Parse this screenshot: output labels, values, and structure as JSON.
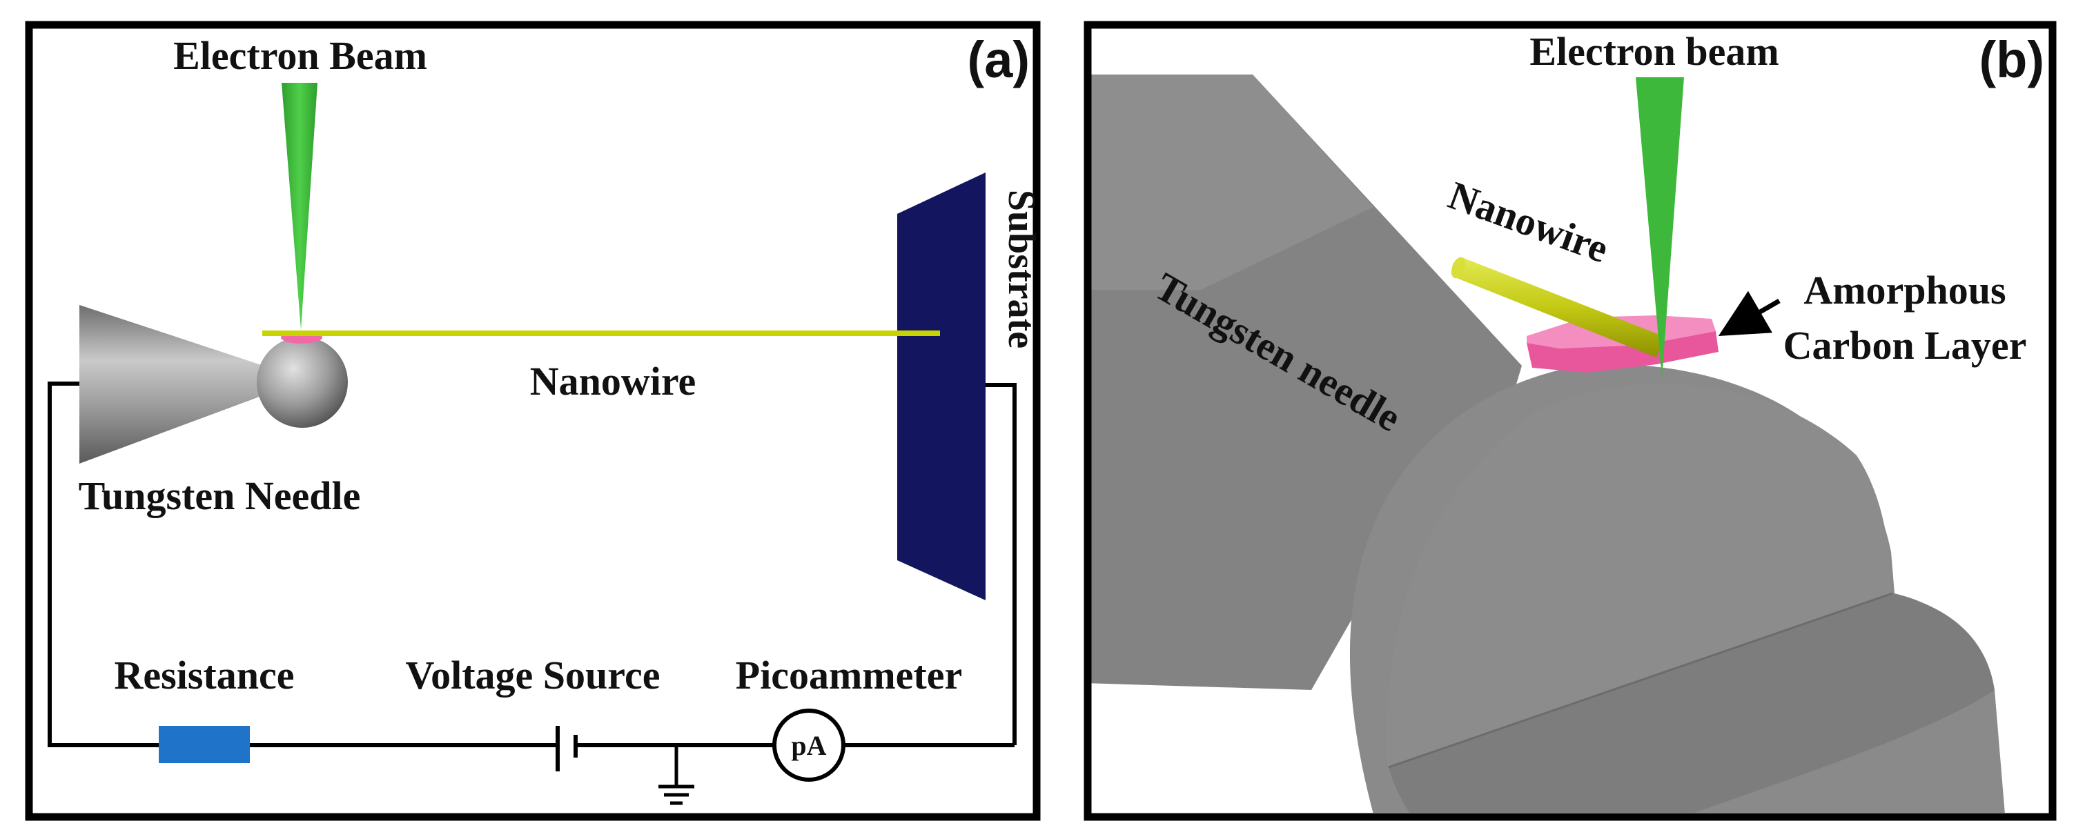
{
  "panel_a": {
    "tag": "(a)",
    "labels": {
      "electron_beam": "Electron Beam",
      "substrate": "Substrate",
      "nanowire": "Nanowire",
      "tungsten_needle": "Tungsten Needle",
      "resistance": "Resistance",
      "voltage_source": "Voltage Source",
      "picoammeter": "Picoammeter",
      "meter_unit": "pA"
    }
  },
  "panel_b": {
    "tag": "(b)",
    "labels": {
      "electron_beam": "Electron beam",
      "nanowire": "Nanowire",
      "tungsten_needle": "Tungsten needle",
      "amorphous_line1": "Amorphous",
      "amorphous_line2": "Carbon Layer"
    }
  },
  "colors": {
    "beam": "#3db83a",
    "nanowire": "#c8d400",
    "carbon_layer": "#f06aa8",
    "substrate": "#13155e",
    "resistor": "#1f74c9",
    "needle": "#8c8c8c",
    "frame": "#000000"
  }
}
